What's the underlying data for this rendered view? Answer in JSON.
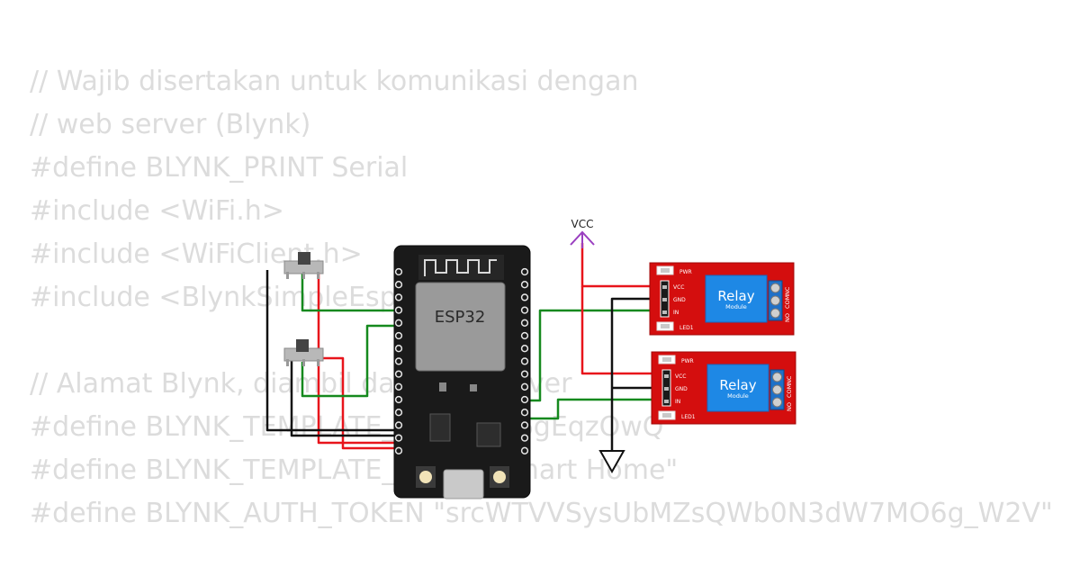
{
  "code_lines": [
    "// Wajib disertakan untuk komunikasi dengan",
    "// web server (Blynk)",
    "#define BLYNK_PRINT Serial",
    "#include <WiFi.h>",
    "#include <WiFiClient.h>",
    "#include <BlynkSimpleEsp32.h>",
    "",
    "// Alamat Blynk, diambil dari web server",
    "#define BLYNK_TEMPLATE_ID \"TMPL6gEqzOwQ\"",
    "#define BLYNK_TEMPLATE_NAME \"Smart Home\"",
    "#define BLYNK_AUTH_TOKEN \"srcWTVVSysUbMZsQWb0N3dW7MO6g_W2V\""
  ],
  "esp32": {
    "label": "ESP32"
  },
  "vcc": {
    "label": "VCC"
  },
  "relay_modules": [
    {
      "title": "Relay",
      "subtitle": "Module",
      "pwr_label": "PWR",
      "led_label": "LED1",
      "pin_labels": [
        "VCC",
        "GND",
        "IN"
      ],
      "terminal_labels": [
        "NO",
        "COM",
        "NC"
      ]
    },
    {
      "title": "Relay",
      "subtitle": "Module",
      "pwr_label": "PWR",
      "led_label": "LED1",
      "pin_labels": [
        "VCC",
        "GND",
        "IN"
      ],
      "terminal_labels": [
        "NO",
        "COM",
        "NC"
      ]
    }
  ],
  "colors": {
    "code_text": "#dcdcdc",
    "board": "#1a1a1a",
    "relay_board": "#d40e0e",
    "relay_block": "#1e88e5",
    "wire_red": "#e8141b",
    "wire_black": "#111111",
    "wire_green": "#15891e",
    "vcc_symbol": "#9a3fc0"
  }
}
